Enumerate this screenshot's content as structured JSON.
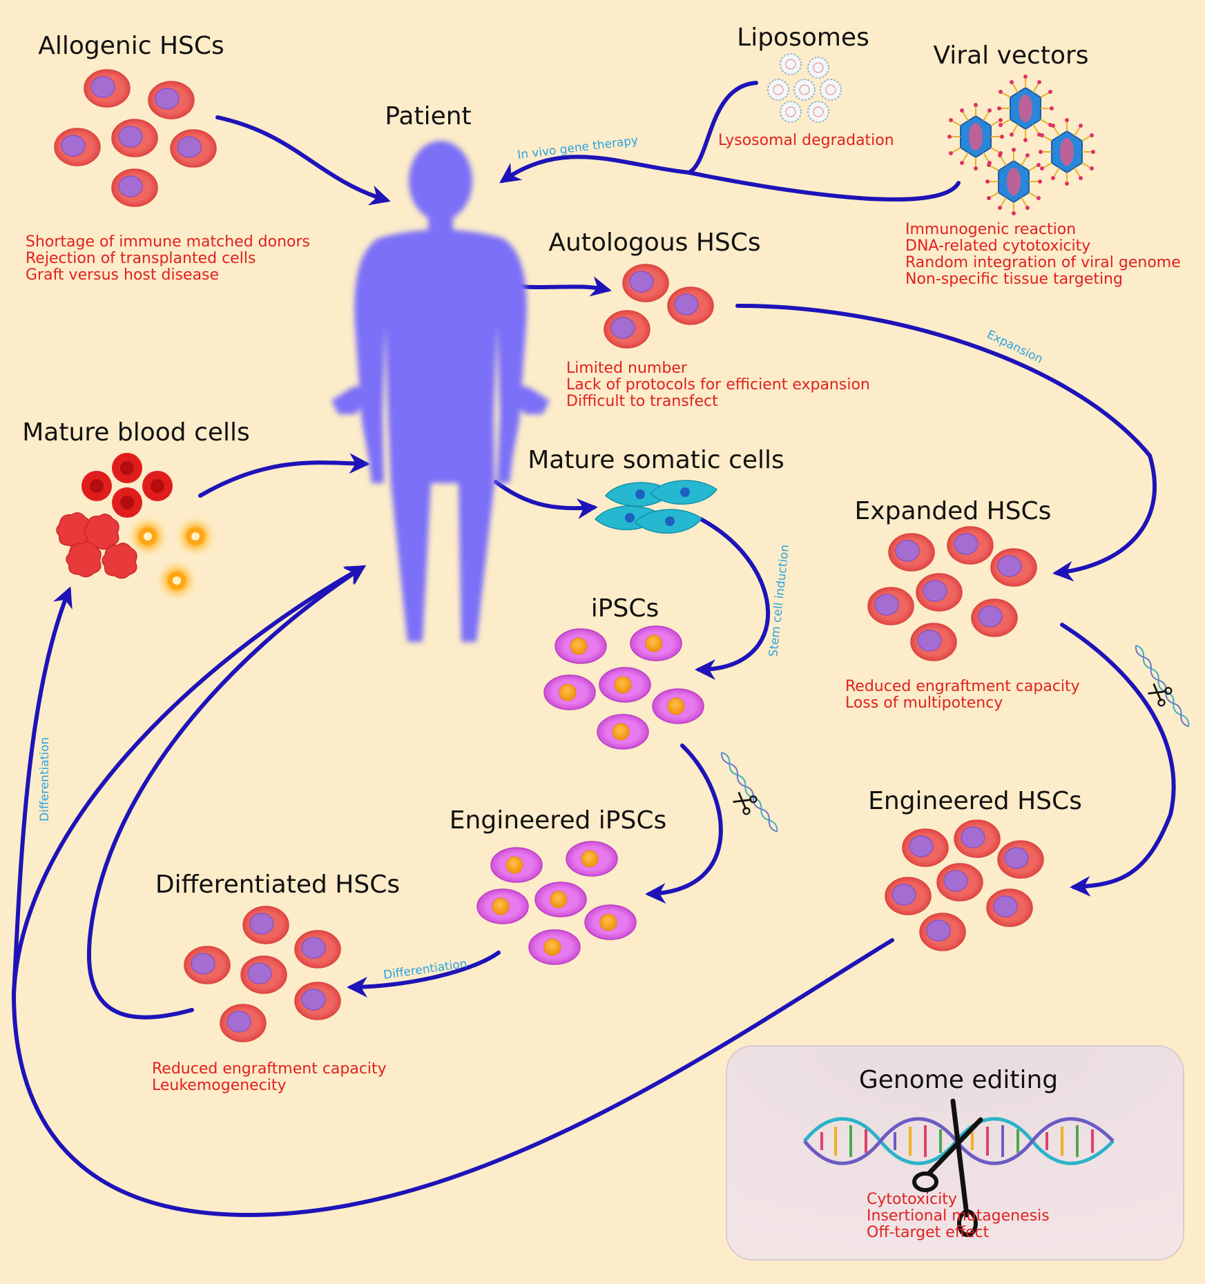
{
  "nodes": {
    "allogenic": {
      "title": "Allogenic HSCs",
      "issues": [
        "Shortage of immune matched donors",
        "Rejection of transplanted cells",
        "Graft versus host disease"
      ]
    },
    "patient": {
      "title": "Patient"
    },
    "liposomes": {
      "title": "Liposomes",
      "issues": [
        "Lysosomal degradation"
      ]
    },
    "viral": {
      "title": "Viral vectors",
      "issues": [
        "Immunogenic reaction",
        "DNA-related cytotoxicity",
        "Random integration of viral genome",
        "Non-specific tissue targeting"
      ]
    },
    "autologous": {
      "title": "Autologous HSCs",
      "issues": [
        "Limited number",
        "Lack of protocols for efficient expansion",
        "Difficult to transfect"
      ]
    },
    "mature_blood": {
      "title": "Mature blood cells"
    },
    "somatic": {
      "title": "Mature somatic cells"
    },
    "expanded": {
      "title": "Expanded HSCs",
      "issues": [
        "Reduced engraftment capacity",
        "Loss of multipotency"
      ]
    },
    "ipscs": {
      "title": "iPSCs"
    },
    "eng_ipscs": {
      "title": "Engineered iPSCs"
    },
    "eng_hscs": {
      "title": "Engineered HSCs"
    },
    "diff_hscs": {
      "title": "Differentiated HSCs",
      "issues": [
        "Reduced engraftment capacity",
        "Leukemogenecity"
      ]
    }
  },
  "edge_labels": {
    "in_vivo": "In vivo gene therapy",
    "expansion": "Expansion",
    "stem_cell_induction": "Stem cell induction",
    "differentiation_left": "Differentiation",
    "differentiation_bottom": "Differentiation"
  },
  "genome_editing": {
    "title": "Genome editing",
    "issues": [
      "Cytotoxicity",
      "Insertional mutagenesis",
      "Off-target effect"
    ]
  },
  "colors": {
    "background": "#fcecc9",
    "arrow": "#1e13b8",
    "issue_text": "#e02020",
    "edge_label": "#2aa3e0",
    "hsc_cell": "#ee5a55",
    "hsc_nucleus": "#a06ad0",
    "ipsc_cell": "#e070e8",
    "ipsc_nucleus": "#f7a11a",
    "patient": "#7b6ff8",
    "somatic": "#25b8d0"
  },
  "icons": [
    "human-silhouette-icon",
    "scissors-icon",
    "dna-helix-icon",
    "liposome-icon",
    "viral-vector-icon",
    "red-blood-cell-icon",
    "platelet-icon",
    "leukocyte-icon",
    "somatic-cell-icon"
  ]
}
